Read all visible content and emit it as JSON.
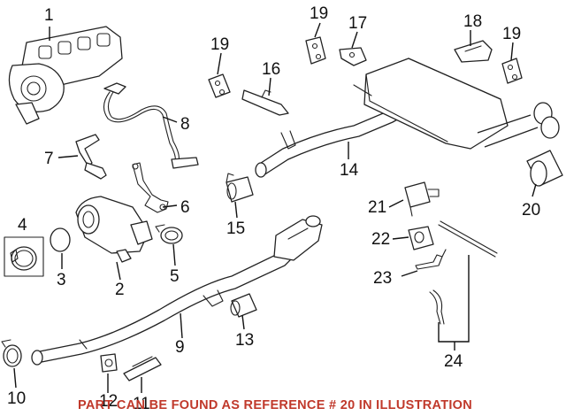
{
  "callouts": {
    "c1": "1",
    "c2": "2",
    "c3": "3",
    "c4": "4",
    "c5": "5",
    "c6": "6",
    "c7": "7",
    "c8": "8",
    "c9": "9",
    "c10": "10",
    "c11": "11",
    "c12": "12",
    "c13": "13",
    "c14": "14",
    "c15": "15",
    "c16": "16",
    "c17": "17",
    "c18": "18",
    "c19a": "19",
    "c19b": "19",
    "c19c": "19",
    "c20": "20",
    "c21": "21",
    "c22": "22",
    "c23": "23",
    "c24": "24"
  },
  "caption": "PART CAN BE FOUND AS REFERENCE # 20 IN ILLUSTRATION",
  "colors": {
    "caption": "#c0392b",
    "line": "#222222"
  }
}
